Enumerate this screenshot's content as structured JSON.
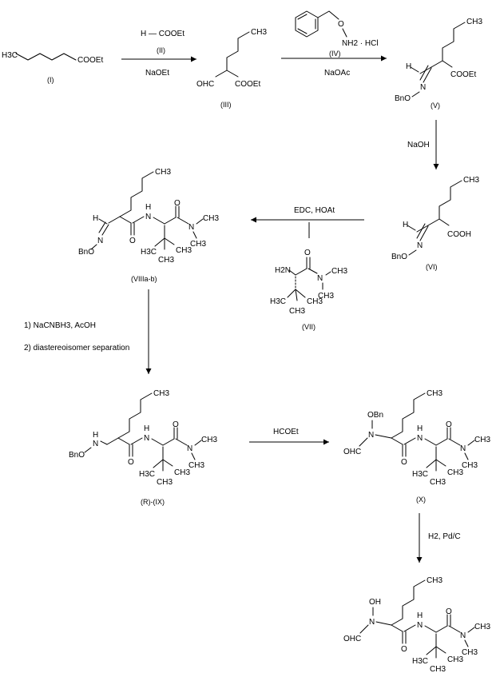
{
  "compounds": {
    "I": {
      "label": "(I)",
      "formula": "H3C",
      "ester": "COOEt"
    },
    "III": {
      "label": "(III)",
      "ch3": "CH3",
      "ohc": "OHC",
      "cooet": "COOEt"
    },
    "IV": {
      "label": "(IV)",
      "o": "O",
      "nh2": "NH2 · HCl"
    },
    "V": {
      "label": "(V)",
      "ch3": "CH3",
      "h": "H",
      "n": "N",
      "bno": "BnO",
      "cooet": "COOEt"
    },
    "VI": {
      "label": "(VI)",
      "ch3": "CH3",
      "h": "H",
      "n": "N",
      "bno": "BnO",
      "cooh": "COOH"
    },
    "VII": {
      "label": "(VII)",
      "h2n": "H2N",
      "o": "O",
      "n": "N",
      "ch3a": "CH3",
      "ch3b": "CH3",
      "h3c": "H3C",
      "ch3c": "CH3",
      "ch3d": "CH3"
    },
    "VIII": {
      "label": "(VIIIa-b)",
      "ch3": "CH3",
      "h": "H",
      "n": "N",
      "bno": "BnO",
      "o1": "O",
      "o2": "O",
      "nh": "H",
      "n1": "N",
      "n2": "N",
      "ch3a": "CH3",
      "ch3b": "CH3",
      "h3c": "H3C",
      "ch3c": "CH3",
      "ch3d": "CH3"
    },
    "IX": {
      "label": "(R)-(IX)",
      "ch3": "CH3",
      "nh": "H",
      "n": "N",
      "bno": "BnO",
      "o1": "O",
      "o2": "O",
      "hn": "H",
      "n1": "N",
      "n2": "N",
      "ch3a": "CH3",
      "ch3b": "CH3",
      "h3c": "H3C",
      "ch3c": "CH3",
      "ch3d": "CH3"
    },
    "X": {
      "label": "(X)",
      "ch3": "CH3",
      "obn": "OBn",
      "n": "N",
      "ohc": "OHC",
      "o1": "O",
      "o2": "O",
      "hn": "H",
      "n1": "N",
      "n2": "N",
      "ch3a": "CH3",
      "ch3b": "CH3",
      "h3c": "H3C",
      "ch3c": "CH3",
      "ch3d": "CH3"
    },
    "XI": {
      "label": "",
      "ch3": "CH3",
      "oh": "OH",
      "n": "N",
      "ohc": "OHC",
      "o1": "O",
      "o2": "O",
      "hn": "H",
      "n1": "N",
      "n2": "N",
      "ch3a": "CH3",
      "ch3b": "CH3",
      "h3c": "H3C",
      "ch3c": "CH3",
      "ch3d": "CH3"
    }
  },
  "reagents": {
    "step1_top": "H — COOEt",
    "step1_mid": "(II)",
    "step1_bottom": "NaOEt",
    "step2_bottom": "NaOAc",
    "step3": "NaOH",
    "step4": "EDC, HOAt",
    "step5_line1": "1) NaCNBH3, AcOH",
    "step5_line2": "2) diastereoisomer separation",
    "step6": "HCOEt",
    "step7": "H2, Pd/C"
  }
}
